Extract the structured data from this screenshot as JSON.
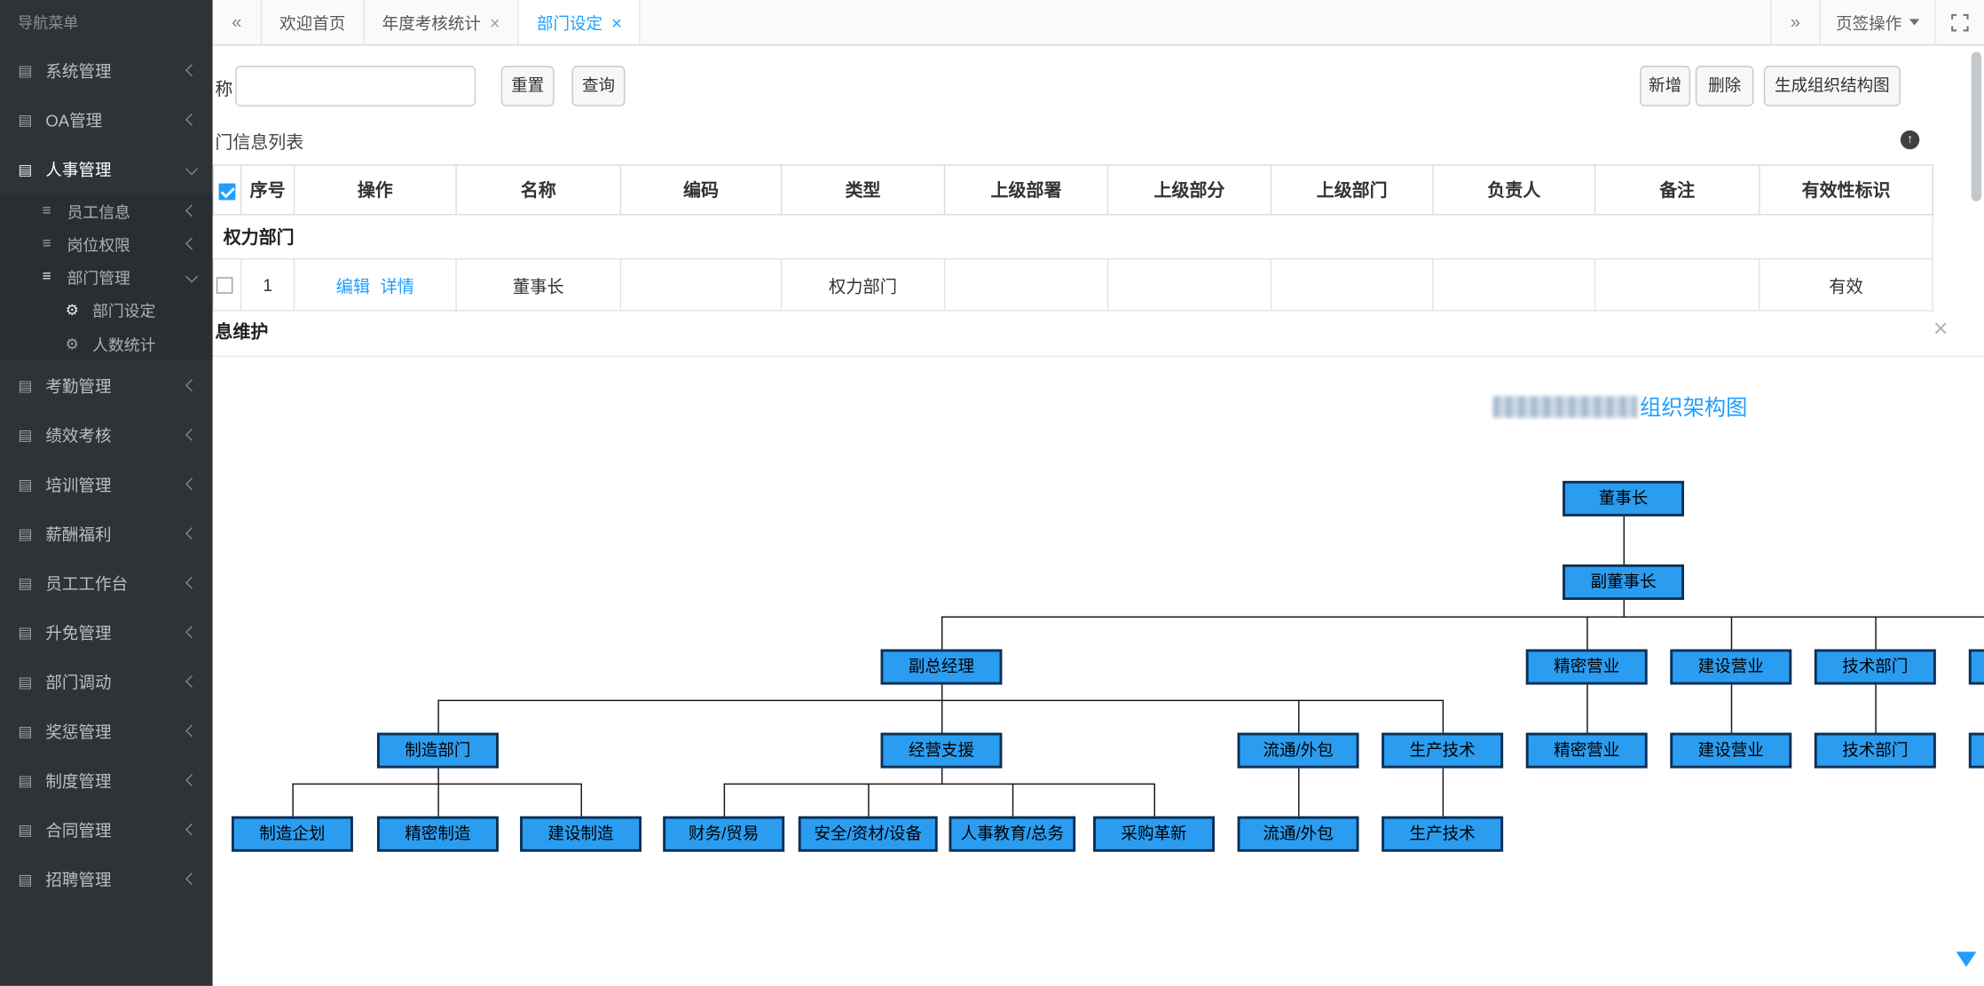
{
  "colors": {
    "accent": "#1e9fff",
    "org_node_fill": "#2b9df0",
    "org_node_border": "#0d2f55",
    "sidebar_bg": "#2f3338"
  },
  "icons": {
    "book": "▤",
    "list": "≡",
    "gear": "⚙",
    "back": "«",
    "forward": "»",
    "close": "×",
    "up_arrow": "↑"
  },
  "sidebar": {
    "header": "导航菜单",
    "items": [
      {
        "label": "系统管理"
      },
      {
        "label": "OA管理"
      },
      {
        "label": "人事管理",
        "children": [
          {
            "label": "员工信息"
          },
          {
            "label": "岗位权限"
          },
          {
            "label": "部门管理",
            "children": [
              {
                "label": "部门设定"
              },
              {
                "label": "人数统计"
              }
            ]
          }
        ]
      },
      {
        "label": "考勤管理"
      },
      {
        "label": "绩效考核"
      },
      {
        "label": "培训管理"
      },
      {
        "label": "薪酬福利"
      },
      {
        "label": "员工工作台"
      },
      {
        "label": "升免管理"
      },
      {
        "label": "部门调动"
      },
      {
        "label": "奖惩管理"
      },
      {
        "label": "制度管理"
      },
      {
        "label": "合同管理"
      },
      {
        "label": "招聘管理"
      }
    ]
  },
  "tabbar": {
    "tabs": [
      {
        "label": "欢迎首页"
      },
      {
        "label": "年度考核统计"
      },
      {
        "label": "部门设定"
      }
    ],
    "menu_label": "页签操作"
  },
  "toolbar": {
    "search_label": "称",
    "search_value": "",
    "reset": "重置",
    "query": "查询",
    "add": "新增",
    "delete": "删除",
    "generate": "生成组织结构图"
  },
  "list_panel": {
    "title": "门信息列表"
  },
  "table": {
    "columns": [
      "序号",
      "操作",
      "名称",
      "编码",
      "类型",
      "上级部署",
      "上级部分",
      "上级部门",
      "负责人",
      "备注",
      "有效性标识"
    ],
    "group_label": "权力部门",
    "rows": [
      {
        "seq": "1",
        "edit": "编辑",
        "detail": "详情",
        "name": "董事长",
        "code": "",
        "type": "权力部门",
        "parent1": "",
        "parent2": "",
        "parent3": "",
        "manager": "",
        "remark": "",
        "valid": "有效"
      }
    ]
  },
  "detail_panel": {
    "title": "息维护"
  },
  "org": {
    "title": "组织架构图",
    "l1": [
      "董事长"
    ],
    "l2": [
      "副董事长"
    ],
    "l3": [
      "副总经理",
      "精密营业",
      "建设营业",
      "技术部门"
    ],
    "l4": [
      "制造部门",
      "经营支援",
      "流通/外包",
      "生产技术",
      "精密营业",
      "建设营业",
      "技术部门"
    ],
    "l5": [
      "制造企划",
      "精密制造",
      "建设制造",
      "财务/贸易",
      "安全/资材/设备",
      "人事教育/总务",
      "采购革新",
      "流通/外包",
      "生产技术"
    ]
  }
}
